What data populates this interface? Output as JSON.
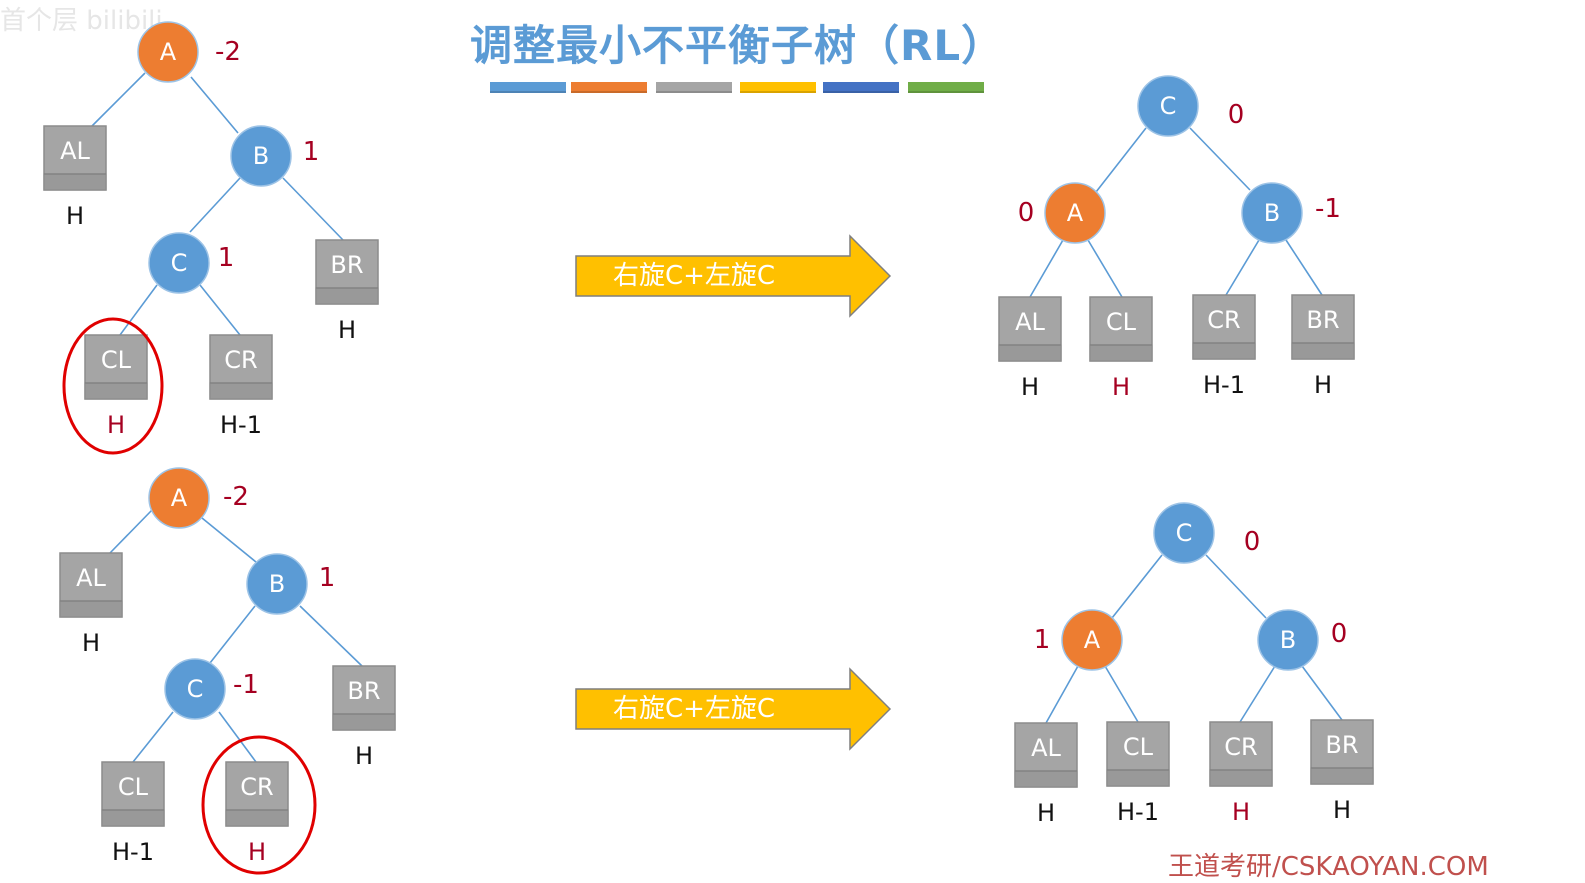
{
  "header": {
    "title": "调整最小不平衡子树（RL）",
    "watermark": "首个层 bilibili",
    "footer": "王道考研/CSKAOYAN.COM",
    "color_bars": [
      "#5b9bd5",
      "#ed7d31",
      "#a5a5a5",
      "#ffc000",
      "#4472c4",
      "#70ad47"
    ]
  },
  "colors": {
    "node_blue": "#5b9bd5",
    "node_orange": "#ed7d31",
    "box_gray": "#a5a5a5",
    "balance_red": "#a50021",
    "circle_red": "#e00000",
    "arrow_yellow": "#ffc000"
  },
  "arrows": [
    {
      "label": "右旋C+左旋C"
    },
    {
      "label": "右旋C+左旋C"
    }
  ],
  "trees": {
    "top_left": {
      "nodes": [
        {
          "id": "A",
          "label": "A",
          "bf": "-2"
        },
        {
          "id": "B",
          "label": "B",
          "bf": "1"
        },
        {
          "id": "C",
          "label": "C",
          "bf": "1"
        }
      ],
      "boxes": [
        {
          "id": "AL",
          "label": "AL",
          "h": "H"
        },
        {
          "id": "BR",
          "label": "BR",
          "h": "H"
        },
        {
          "id": "CL",
          "label": "CL",
          "h": "H"
        },
        {
          "id": "CR",
          "label": "CR",
          "h": "H-1"
        }
      ]
    },
    "top_right": {
      "nodes": [
        {
          "id": "C",
          "label": "C",
          "bf": "0"
        },
        {
          "id": "A",
          "label": "A",
          "bf": "0"
        },
        {
          "id": "B",
          "label": "B",
          "bf": "-1"
        }
      ],
      "boxes": [
        {
          "id": "AL",
          "label": "AL",
          "h": "H"
        },
        {
          "id": "CL",
          "label": "CL",
          "h": "H"
        },
        {
          "id": "CR",
          "label": "CR",
          "h": "H-1"
        },
        {
          "id": "BR",
          "label": "BR",
          "h": "H"
        }
      ]
    },
    "bottom_left": {
      "nodes": [
        {
          "id": "A",
          "label": "A",
          "bf": "-2"
        },
        {
          "id": "B",
          "label": "B",
          "bf": "1"
        },
        {
          "id": "C",
          "label": "C",
          "bf": "-1"
        }
      ],
      "boxes": [
        {
          "id": "AL",
          "label": "AL",
          "h": "H"
        },
        {
          "id": "BR",
          "label": "BR",
          "h": "H"
        },
        {
          "id": "CL",
          "label": "CL",
          "h": "H-1"
        },
        {
          "id": "CR",
          "label": "CR",
          "h": "H"
        }
      ]
    },
    "bottom_right": {
      "nodes": [
        {
          "id": "C",
          "label": "C",
          "bf": "0"
        },
        {
          "id": "A",
          "label": "A",
          "bf": "1"
        },
        {
          "id": "B",
          "label": "B",
          "bf": "0"
        }
      ],
      "boxes": [
        {
          "id": "AL",
          "label": "AL",
          "h": "H"
        },
        {
          "id": "CL",
          "label": "CL",
          "h": "H-1"
        },
        {
          "id": "CR",
          "label": "CR",
          "h": "H"
        },
        {
          "id": "BR",
          "label": "BR",
          "h": "H"
        }
      ]
    }
  }
}
